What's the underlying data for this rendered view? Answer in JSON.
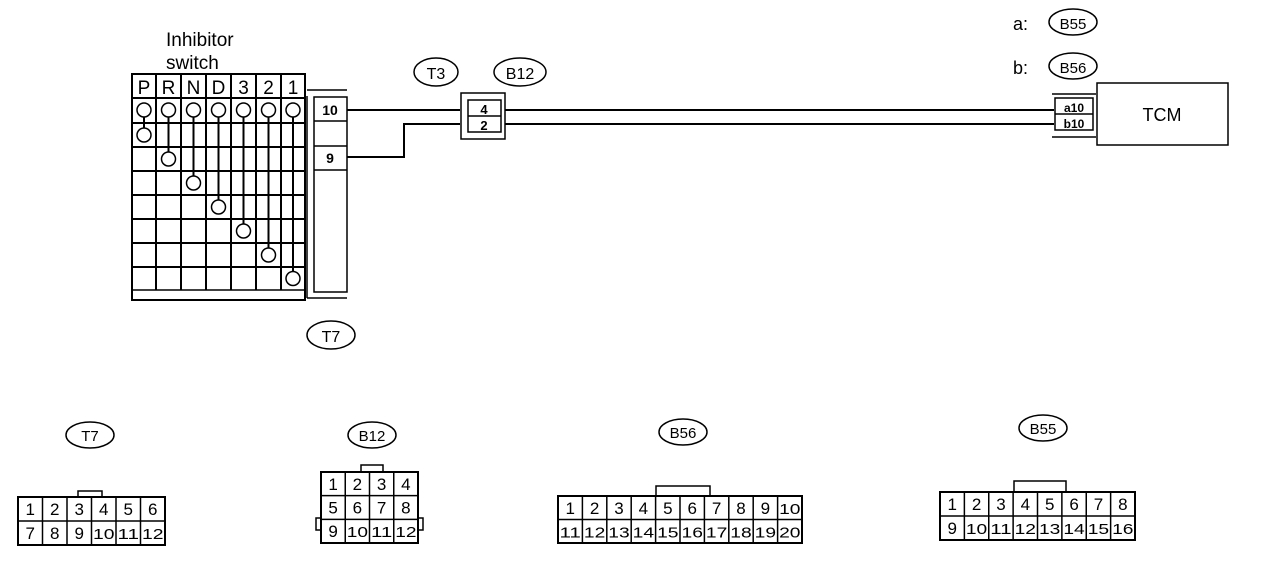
{
  "switch": {
    "title_line1": "Inhibitor",
    "title_line2": "switch",
    "positions": [
      "P",
      "R",
      "N",
      "D",
      "3",
      "2",
      "1"
    ]
  },
  "t7_connector": {
    "label": "T7",
    "pins": [
      "10",
      "",
      "9"
    ]
  },
  "junction": {
    "t3_label": "T3",
    "b12_label": "B12",
    "pins": [
      "4",
      "2"
    ]
  },
  "tcm": {
    "label": "TCM",
    "a_prefix": "a:",
    "a_connector": "B55",
    "b_prefix": "b:",
    "b_connector": "B56",
    "pins": [
      "a10",
      "b10"
    ]
  },
  "connector_faces": [
    {
      "label": "T7",
      "rows": [
        [
          "1",
          "2",
          "3",
          "4",
          "5",
          "6"
        ],
        [
          "7",
          "8",
          "9",
          "10",
          "11",
          "12"
        ]
      ]
    },
    {
      "label": "B12",
      "rows": [
        [
          "1",
          "2",
          "3",
          "4"
        ],
        [
          "5",
          "6",
          "7",
          "8"
        ],
        [
          "9",
          "10",
          "11",
          "12"
        ]
      ]
    },
    {
      "label": "B56",
      "rows": [
        [
          "1",
          "2",
          "3",
          "4",
          "5",
          "6",
          "7",
          "8",
          "9",
          "10"
        ],
        [
          "11",
          "12",
          "13",
          "14",
          "15",
          "16",
          "17",
          "18",
          "19",
          "20"
        ]
      ]
    },
    {
      "label": "B55",
      "rows": [
        [
          "1",
          "2",
          "3",
          "4",
          "5",
          "6",
          "7",
          "8"
        ],
        [
          "9",
          "10",
          "11",
          "12",
          "13",
          "14",
          "15",
          "16"
        ]
      ]
    }
  ]
}
